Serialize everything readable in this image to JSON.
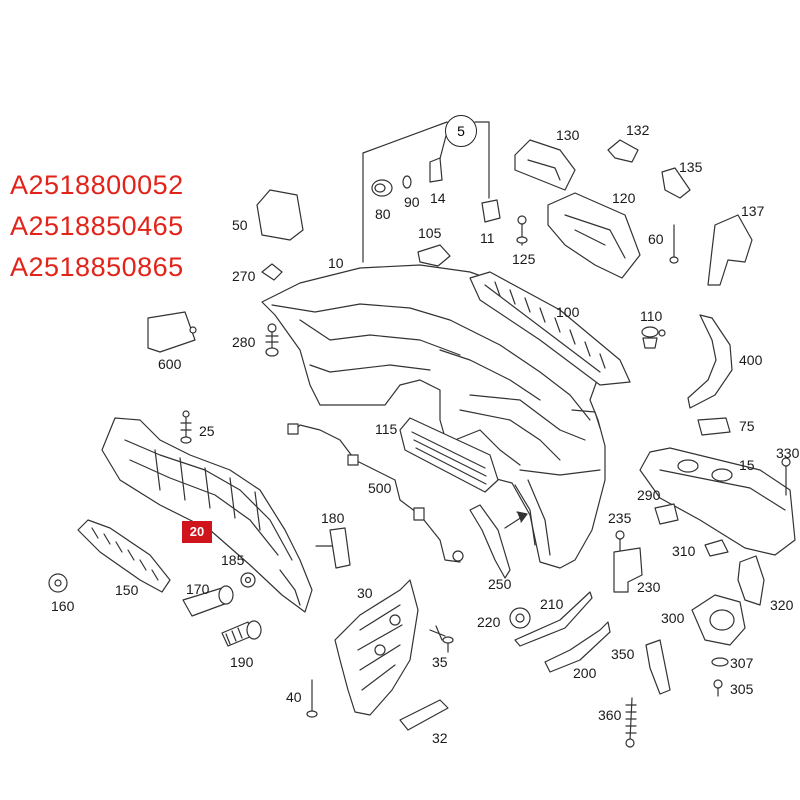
{
  "oem_numbers": [
    "A2518800052",
    "A2518850465",
    "A2518850865"
  ],
  "highlighted_part": "20",
  "group_label": "5",
  "colors": {
    "oem_text": "#e2231a",
    "highlight_fill": "#d0141b",
    "line_art": "#333333"
  },
  "part_numbers": {
    "p5": "5",
    "p10": "10",
    "p11": "11",
    "p14": "14",
    "p15": "15",
    "p20": "20",
    "p25": "25",
    "p30": "30",
    "p32": "32",
    "p35": "35",
    "p40": "40",
    "p50": "50",
    "p60": "60",
    "p75": "75",
    "p80": "80",
    "p90": "90",
    "p100": "100",
    "p105": "105",
    "p110": "110",
    "p115": "115",
    "p120": "120",
    "p125": "125",
    "p130": "130",
    "p132": "132",
    "p135": "135",
    "p137": "137",
    "p150": "150",
    "p160": "160",
    "p170": "170",
    "p180": "180",
    "p185": "185",
    "p190": "190",
    "p200": "200",
    "p210": "210",
    "p220": "220",
    "p230": "230",
    "p235": "235",
    "p250": "250",
    "p270": "270",
    "p280": "280",
    "p290": "290",
    "p300": "300",
    "p305": "305",
    "p307": "307",
    "p310": "310",
    "p320": "320",
    "p330": "330",
    "p350": "350",
    "p360": "360",
    "p400": "400",
    "p500": "500",
    "p600": "600"
  }
}
